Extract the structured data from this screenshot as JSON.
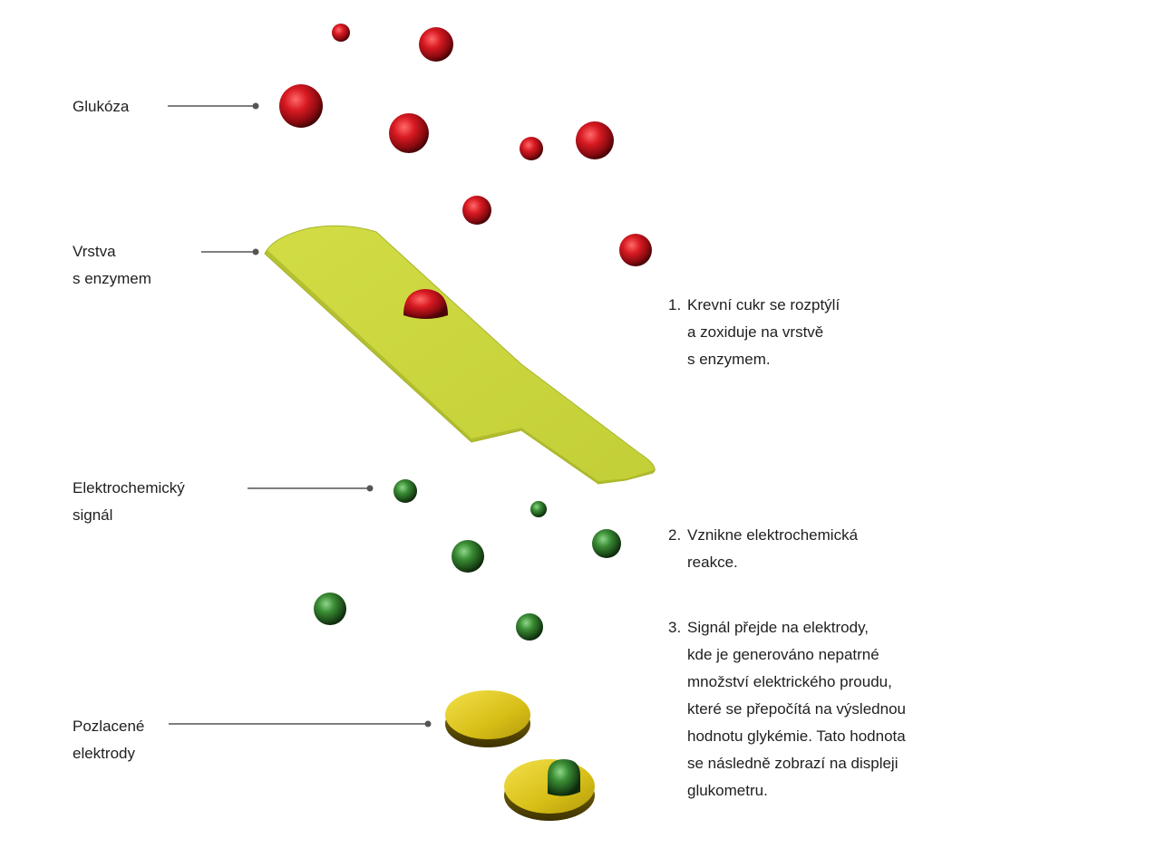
{
  "labels": {
    "glucose": "Glukóza",
    "enzyme_layer": [
      "Vrstva",
      "s enzymem"
    ],
    "signal": [
      "Elektrochemický",
      "signál"
    ],
    "electrodes": [
      "Pozlacené",
      "elektrody"
    ]
  },
  "steps": [
    {
      "number": "1.",
      "lines": [
        "Krevní cukr se rozptýlí",
        "a zoxiduje na vrstvě",
        "s enzymem."
      ]
    },
    {
      "number": "2.",
      "lines": [
        "Vznikne elektrochemická",
        "reakce."
      ]
    },
    {
      "number": "3.",
      "lines": [
        "Signál přejde na elektrody,",
        "kde je generováno nepatrné",
        "množství elektrického proudu,",
        "které se přepočítá na výslednou",
        "hodnotu glykémie. Tato hodnota",
        "se následně zobrazí na displeji",
        "glukometru."
      ]
    }
  ],
  "colors": {
    "glucose": "#c8141c",
    "enzyme_layer": "#c9d63a",
    "signal": "#2f7a2a",
    "electrode": "#d9c21e",
    "leader_line": "#555555"
  }
}
